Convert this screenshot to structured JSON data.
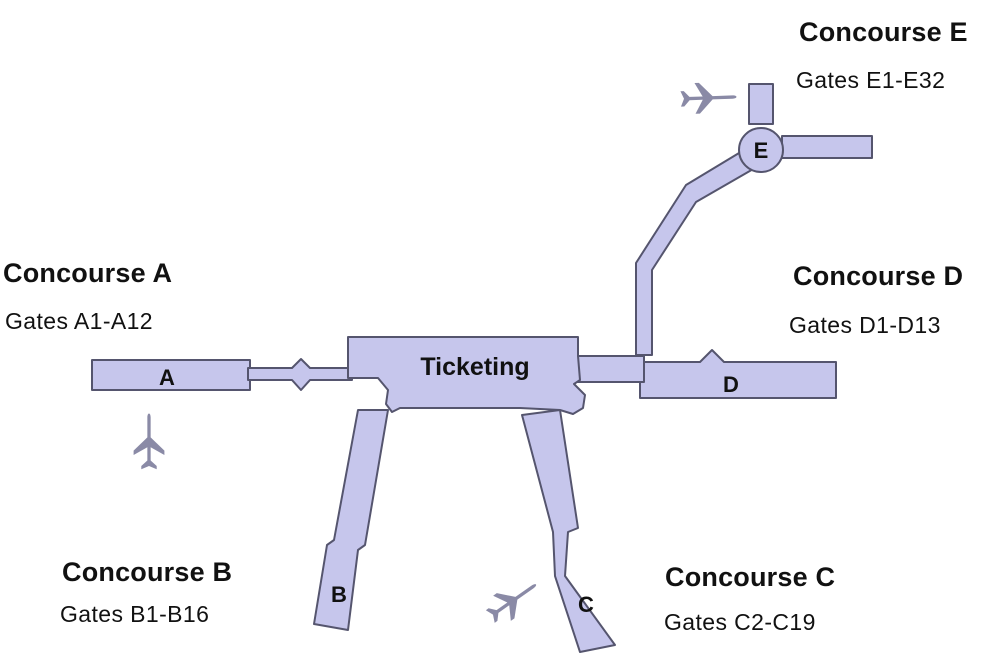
{
  "colors": {
    "terminal_fill": "#c6c6ec",
    "terminal_stroke": "#55556e",
    "plane": "#8a8aa6",
    "text": "#111111"
  },
  "terminal": {
    "label": "Ticketing"
  },
  "concourses": [
    {
      "id": "A",
      "letter": "A",
      "title": "Concourse A",
      "gates": "Gates A1-A12"
    },
    {
      "id": "B",
      "letter": "B",
      "title": "Concourse B",
      "gates": "Gates B1-B16"
    },
    {
      "id": "C",
      "letter": "C",
      "title": "Concourse C",
      "gates": "Gates C2-C19"
    },
    {
      "id": "D",
      "letter": "D",
      "title": "Concourse D",
      "gates": "Gates D1-D13"
    },
    {
      "id": "E",
      "letter": "E",
      "title": "Concourse E",
      "gates": "Gates E1-E32"
    }
  ],
  "icons": [
    "airplane-icon",
    "airplane-icon",
    "airplane-icon"
  ]
}
